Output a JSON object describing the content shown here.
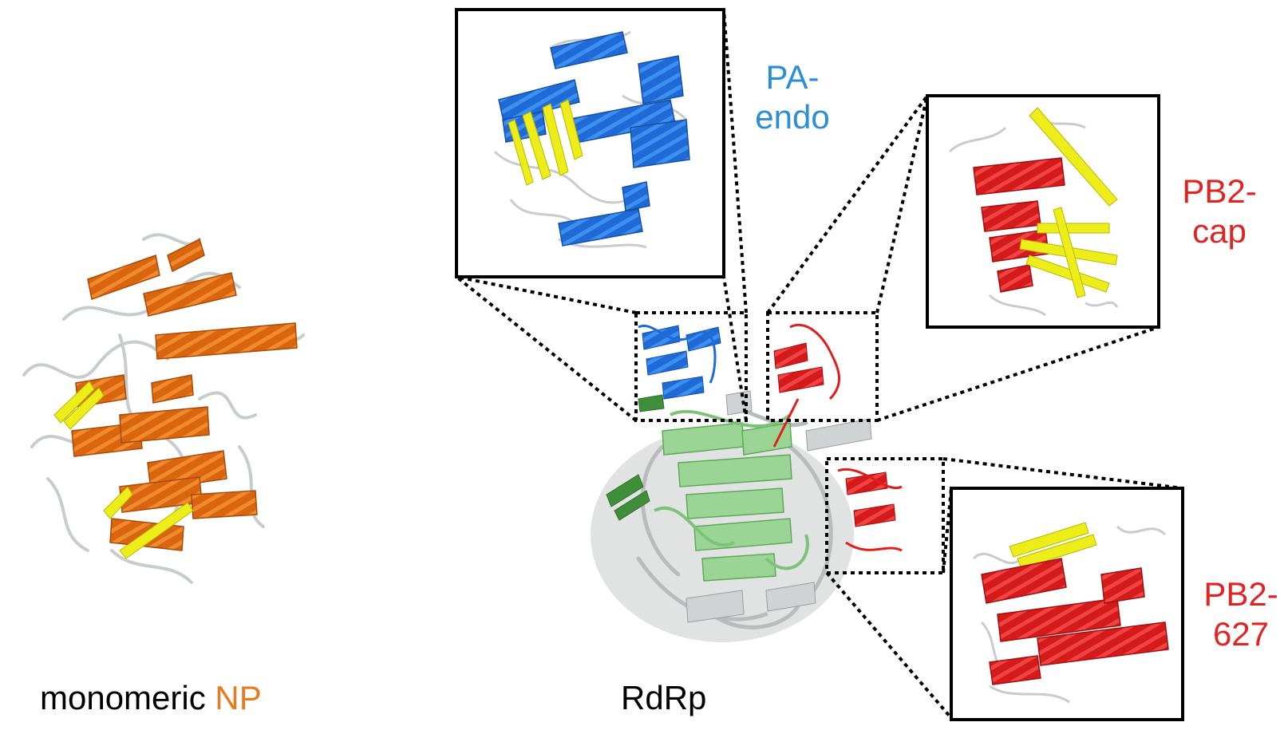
{
  "labels": {
    "np_word": "monomeric",
    "np_word2": "NP",
    "rdrp": "RdRp",
    "pa_endo_l1": "PA-",
    "pa_endo_l2": "endo",
    "pb2_cap_l1": "PB2-",
    "pb2_cap_l2": "cap",
    "pb2_627_l1": "PB2-",
    "pb2_627_l2": "627"
  },
  "colors": {
    "np": "#e87b1e",
    "pa_endo": "#2c8fd6",
    "pb2": "#e02424",
    "helix_blue": "#1f6ad6",
    "helix_red": "#e01e1e",
    "helix_orange": "#d9650f",
    "sheet_yellow": "#eded1a",
    "coil": "#c8cccc",
    "green": "#8fd18a",
    "dark_green": "#3f8f3a",
    "grey": "#b8bcbc"
  }
}
